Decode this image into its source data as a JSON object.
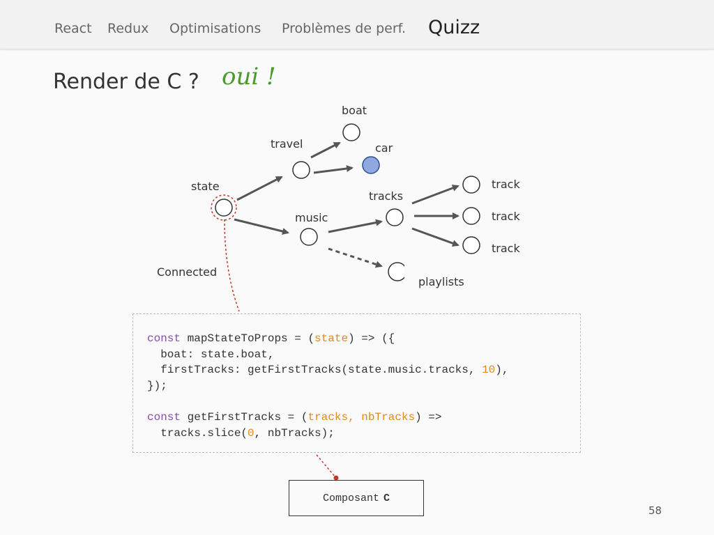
{
  "nav": {
    "items": [
      "React",
      "Redux",
      "Optimisations",
      "Problèmes de perf.",
      "Quizz"
    ]
  },
  "slide": {
    "title": "Render de C ?",
    "answer": "oui !",
    "page_number": "58"
  },
  "diagram": {
    "labels": {
      "boat": "boat",
      "travel": "travel",
      "car": "car",
      "state": "state",
      "tracks": "tracks",
      "music": "music",
      "track1": "track",
      "track2": "track",
      "track3": "track",
      "playlists": "playlists",
      "connected": "Connected"
    },
    "colors": {
      "highlight_node": "#8fa8df",
      "edge": "#555555",
      "connector": "#c0392b"
    }
  },
  "code": {
    "l1a": "const",
    "l1b": " mapStateToProps = (",
    "l1c": "state",
    "l1d": ") => ({",
    "l2": "  boat: state.boat,",
    "l3a": "  firstTracks: getFirstTracks(state.music.tracks, ",
    "l3b": "10",
    "l3c": "),",
    "l4": "});",
    "l6a": "const",
    "l6b": " getFirstTracks = (",
    "l6c": "tracks, nbTracks",
    "l6d": ") =>",
    "l7a": "  tracks.slice(",
    "l7b": "0",
    "l7c": ", nbTracks);"
  },
  "component": {
    "prefix": "Composant",
    "name": "C"
  }
}
